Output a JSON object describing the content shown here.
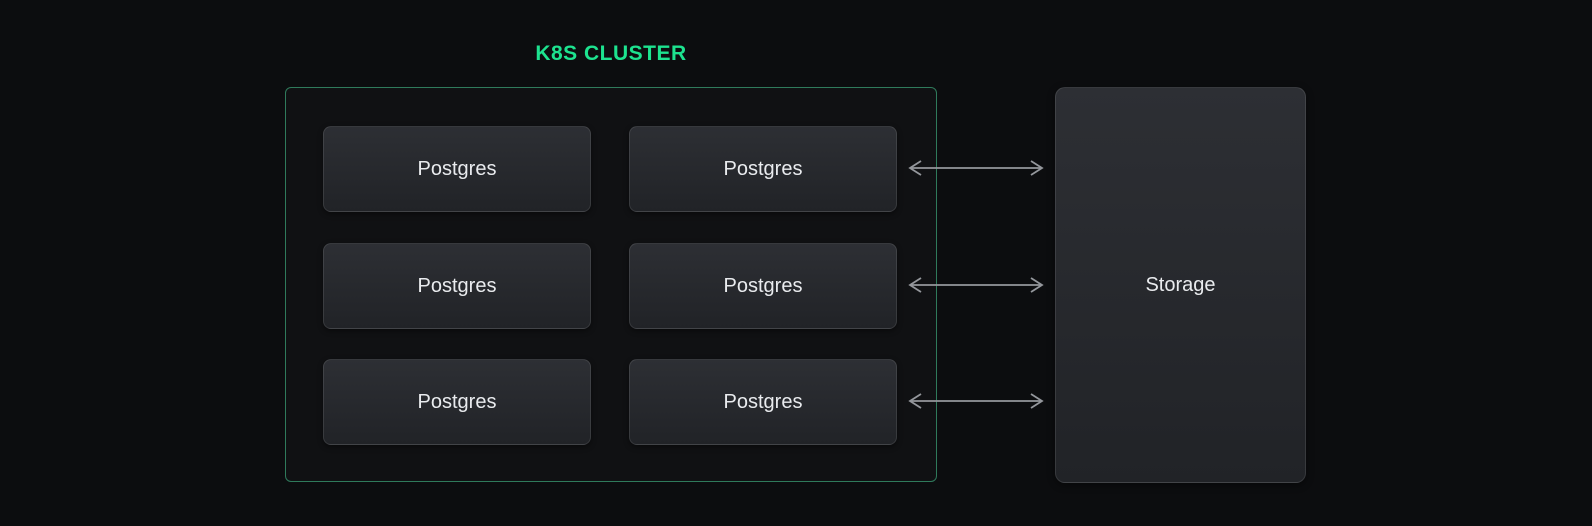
{
  "diagram": {
    "title": "K8S CLUSTER",
    "cluster": {
      "nodes": [
        {
          "label": "Postgres"
        },
        {
          "label": "Postgres"
        },
        {
          "label": "Postgres"
        },
        {
          "label": "Postgres"
        },
        {
          "label": "Postgres"
        },
        {
          "label": "Postgres"
        }
      ]
    },
    "storage": {
      "label": "Storage"
    },
    "arrows": [
      {
        "name": "storage-link-1",
        "type": "bidirectional"
      },
      {
        "name": "storage-link-2",
        "type": "bidirectional"
      },
      {
        "name": "storage-link-3",
        "type": "bidirectional"
      }
    ]
  },
  "colors": {
    "background": "#0c0d0f",
    "accent-green": "#1de28f",
    "cluster-border": "#2f7a5b",
    "node-bg-top": "#2d2f34",
    "node-bg-bottom": "#212327",
    "arrow": "#94979c",
    "text": "#e9ebee"
  }
}
